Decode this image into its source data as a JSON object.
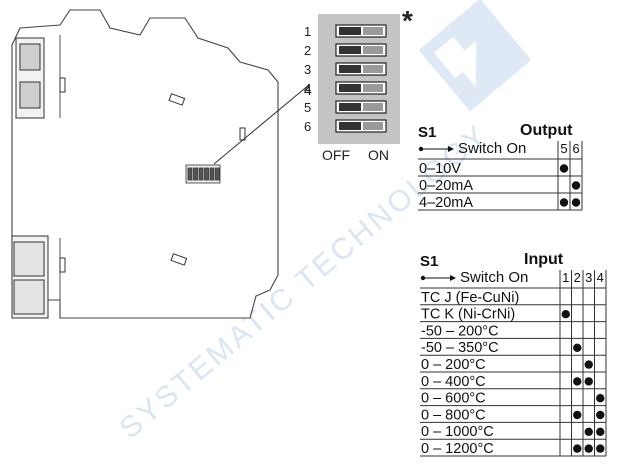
{
  "dip_switch": {
    "asterisk": "*",
    "positions": [
      "1",
      "2",
      "3",
      "4",
      "5",
      "6"
    ],
    "off_label": "OFF",
    "on_label": "ON",
    "callout_number": "4"
  },
  "output_table": {
    "group": "S1",
    "title": "Output",
    "switch_on_label": "Switch On",
    "columns": [
      "5",
      "6"
    ],
    "rows": [
      {
        "label": "0–10V",
        "on": [
          true,
          false
        ]
      },
      {
        "label": "0–20mA",
        "on": [
          false,
          true
        ]
      },
      {
        "label": "4–20mA",
        "on": [
          true,
          true
        ]
      }
    ]
  },
  "input_table": {
    "group": "S1",
    "title": "Input",
    "switch_on_label": "Switch On",
    "columns": [
      "1",
      "2",
      "3",
      "4"
    ],
    "rows": [
      {
        "label": "TC J (Fe-CuNi)",
        "on": [
          false,
          false,
          false,
          false
        ]
      },
      {
        "label": "TC K (Ni-CrNi)",
        "on": [
          true,
          false,
          false,
          false
        ]
      },
      {
        "label": "-50 – 200°C",
        "on": [
          false,
          false,
          false,
          false
        ]
      },
      {
        "label": "-50 – 350°C",
        "on": [
          false,
          true,
          false,
          false
        ]
      },
      {
        "label": "0 – 200°C",
        "on": [
          false,
          false,
          true,
          false
        ]
      },
      {
        "label": "0 – 400°C",
        "on": [
          false,
          true,
          true,
          false
        ]
      },
      {
        "label": "0 – 600°C",
        "on": [
          false,
          false,
          false,
          true
        ]
      },
      {
        "label": "0 – 800°C",
        "on": [
          false,
          true,
          false,
          true
        ]
      },
      {
        "label": "0 – 1000°C",
        "on": [
          false,
          false,
          true,
          true
        ]
      },
      {
        "label": "0 – 1200°C",
        "on": [
          false,
          true,
          true,
          true
        ]
      }
    ]
  },
  "watermark": {
    "line1": "SYSTEMATIC TECHNOLOGY",
    "color": "#cfdcf0"
  }
}
